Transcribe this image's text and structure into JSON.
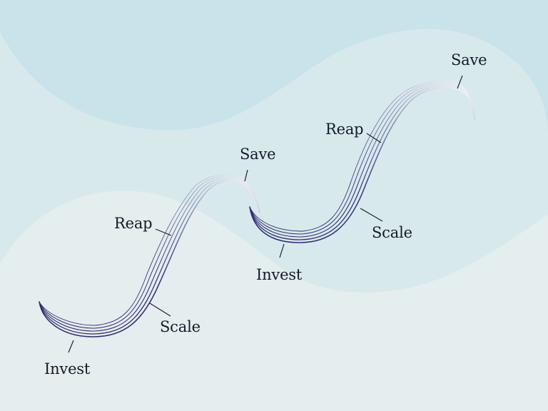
{
  "colors": {
    "background": "#e4eeee",
    "wave_light": "#d8e9ec",
    "wave_dark": "#c9e3ea",
    "curve_deep": "#2f2a6e",
    "curve_light": "#ffffff",
    "leader_line": "#1c2233"
  },
  "cycles": [
    {
      "invest": "Invest",
      "scale": "Scale",
      "reap": "Reap",
      "save": "Save"
    },
    {
      "invest": "Invest",
      "scale": "Scale",
      "reap": "Reap",
      "save": "Save"
    }
  ]
}
